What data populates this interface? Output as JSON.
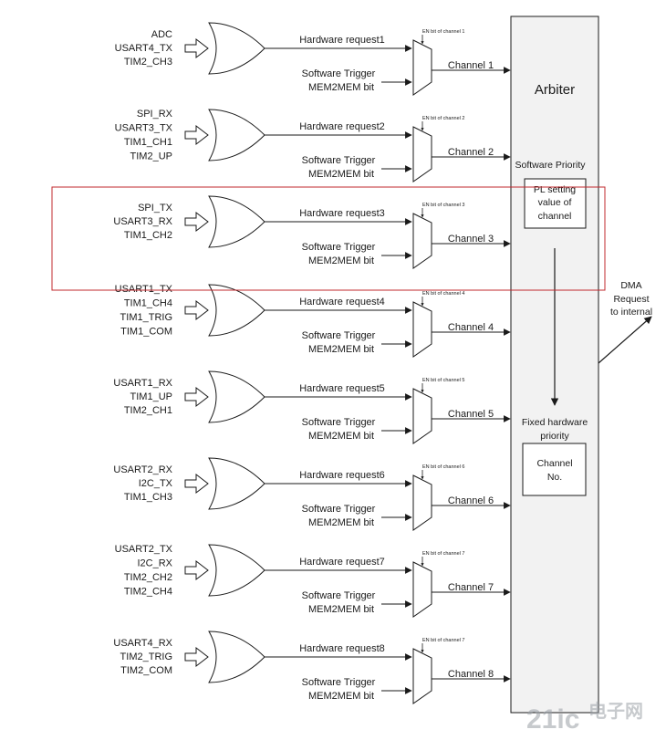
{
  "arbiter": {
    "title": "Arbiter",
    "software_priority_label": "Software Priority",
    "pl_box_lines": [
      "PL setting",
      "value of",
      "channel"
    ],
    "fixed_priority_lines": [
      "Fixed hardware",
      "priority"
    ],
    "channel_no_lines": [
      "Channel",
      "No."
    ]
  },
  "dma_request_lines": [
    "DMA",
    "Request",
    "to internal"
  ],
  "software_trigger_lines": [
    "Software Trigger",
    "MEM2MEM bit"
  ],
  "channels": [
    {
      "inputs": [
        "ADC",
        "USART4_TX",
        "TIM2_CH3"
      ],
      "hw_request": "Hardware request1",
      "en_label": "EN bit of channel 1",
      "channel": "Channel 1"
    },
    {
      "inputs": [
        "SPI_RX",
        "USART3_TX",
        "TIM1_CH1",
        "TIM2_UP"
      ],
      "hw_request": "Hardware request2",
      "en_label": "EN bit of channel 2",
      "channel": "Channel 2"
    },
    {
      "inputs": [
        "SPI_TX",
        "USART3_RX",
        "TIM1_CH2"
      ],
      "hw_request": "Hardware request3",
      "en_label": "EN bit of channel 3",
      "channel": "Channel 3"
    },
    {
      "inputs": [
        "USART1_TX",
        "TIM1_CH4",
        "TIM1_TRIG",
        "TIM1_COM"
      ],
      "hw_request": "Hardware request4",
      "en_label": "EN bit of channel 4",
      "channel": "Channel 4"
    },
    {
      "inputs": [
        "USART1_RX",
        "TIM1_UP",
        "TIM2_CH1"
      ],
      "hw_request": "Hardware request5",
      "en_label": "EN bit of channel 5",
      "channel": "Channel 5"
    },
    {
      "inputs": [
        "USART2_RX",
        "I2C_TX",
        "TIM1_CH3"
      ],
      "hw_request": "Hardware request6",
      "en_label": "EN bit of channel 6",
      "channel": "Channel 6"
    },
    {
      "inputs": [
        "USART2_TX",
        "I2C_RX",
        "TIM2_CH2",
        "TIM2_CH4"
      ],
      "hw_request": "Hardware request7",
      "en_label": "EN bit of channel 7",
      "channel": "Channel 7"
    },
    {
      "inputs": [
        "USART4_RX",
        "TIM2_TRIG",
        "TIM2_COM"
      ],
      "hw_request": "Hardware request8",
      "en_label": "EN bit of channel 7",
      "channel": "Channel 8"
    }
  ],
  "watermark": {
    "main": "21ic",
    "sub": "电子网"
  },
  "colors": {
    "line": "#1a1a1a",
    "highlight": "#c0282d",
    "arbiter_fill": "#f2f2f2",
    "watermark": "#9aa0a6"
  }
}
